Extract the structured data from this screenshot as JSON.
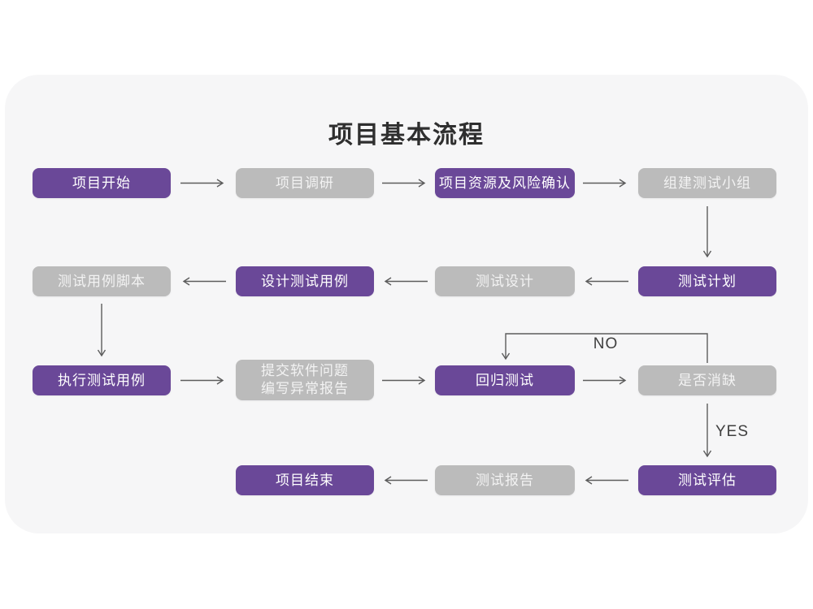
{
  "title": "项目基本流程",
  "colors": {
    "purple": "#6a4898",
    "gray": "#bbbbbb",
    "cardbg": "#f6f6f7",
    "arrow": "#5c5c5c"
  },
  "flow_labels": {
    "no": "NO",
    "yes": "YES"
  },
  "nodes": {
    "project_start": "项目开始",
    "project_research": "项目调研",
    "project_risk": "项目资源及风险确认",
    "build_test_team": "组建测试小组",
    "test_case_scripts": "测试用例脚本",
    "design_test_cases": "设计测试用例",
    "test_design": "测试设计",
    "test_plan": "测试计划",
    "execute_test_cases": "执行测试用例",
    "submit_issues_line1": "提交软件问题",
    "submit_issues_line2": "编写异常报告",
    "regression_test": "回归测试",
    "defect_cleared": "是否消缺",
    "project_end": "项目结束",
    "test_report": "测试报告",
    "test_evaluation": "测试评估"
  }
}
